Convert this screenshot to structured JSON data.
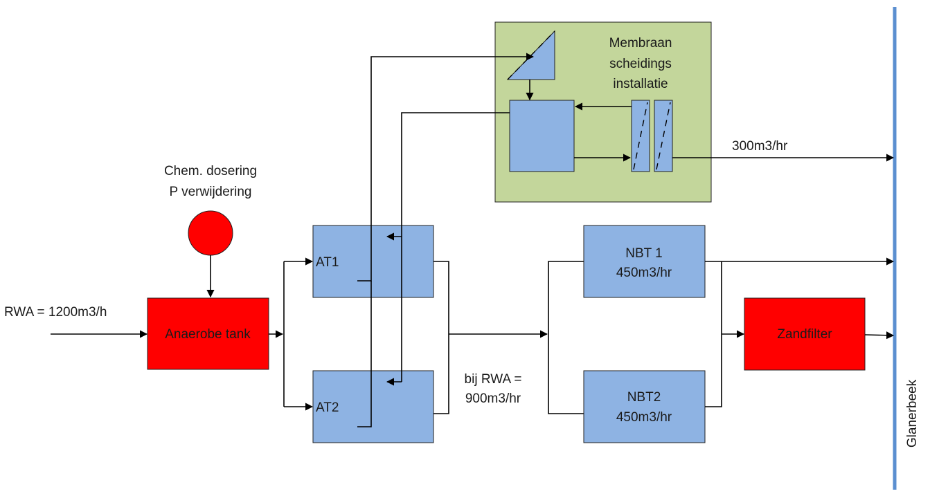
{
  "labels": {
    "inflow": "RWA = 1200m3/h",
    "chem_line1": "Chem. dosering",
    "chem_line2": "P verwijdering",
    "anaerobe": "Anaerobe tank",
    "at1": "AT1",
    "at2": "AT2",
    "membrane_line1": "Membraan",
    "membrane_line2": "scheidings",
    "membrane_line3": "installatie",
    "membrane_flow": "300m3/hr",
    "nbt1_line1": "NBT 1",
    "nbt1_line2": "450m3/hr",
    "nbt2_line1": "NBT2",
    "nbt2_line2": "450m3/hr",
    "bypass_line1": "bij RWA =",
    "bypass_line2": "900m3/hr",
    "zandfilter": "Zandfilter",
    "river": "Glanerbeek"
  },
  "colors": {
    "blue_box": "#8eb3e3",
    "red_box": "#ff0000",
    "green_box": "#c3d69b",
    "river": "#5b8fd0"
  }
}
